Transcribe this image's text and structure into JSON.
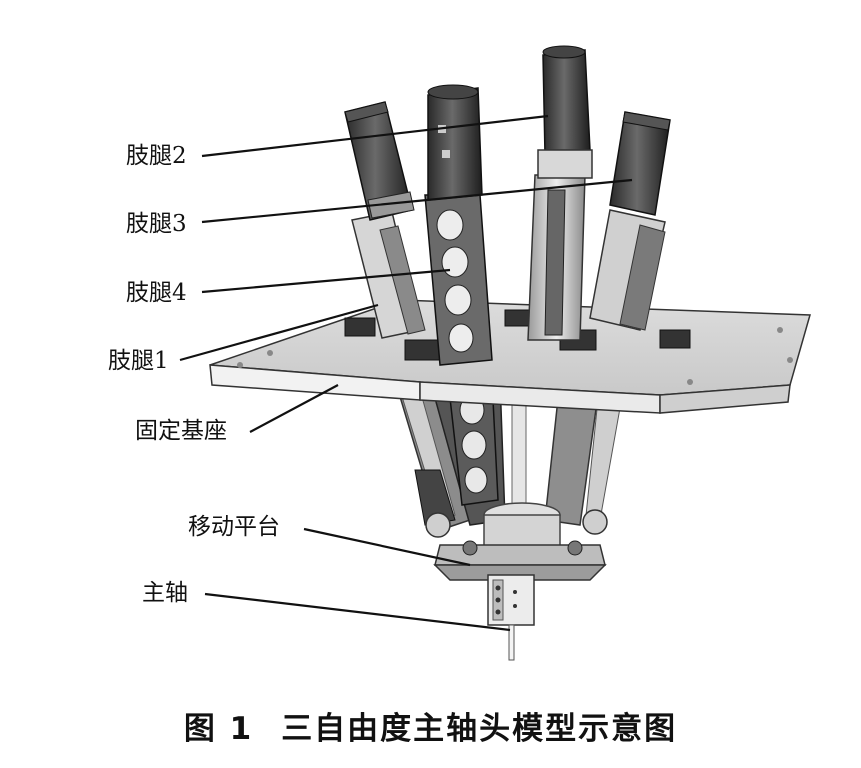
{
  "labels": {
    "leg2": "肢腿2",
    "leg3": "肢腿3",
    "leg4": "肢腿4",
    "leg1": "肢腿1",
    "fixed_base": "固定基座",
    "moving_platform": "移动平台",
    "spindle": "主轴"
  },
  "caption": {
    "number": "图 1",
    "title": "三自由度主轴头模型示意图"
  },
  "colors": {
    "ink": "#111111",
    "metal_light": "#e6e6e6",
    "metal_mid": "#b9b9b9",
    "metal_dark": "#3a3a3a"
  }
}
